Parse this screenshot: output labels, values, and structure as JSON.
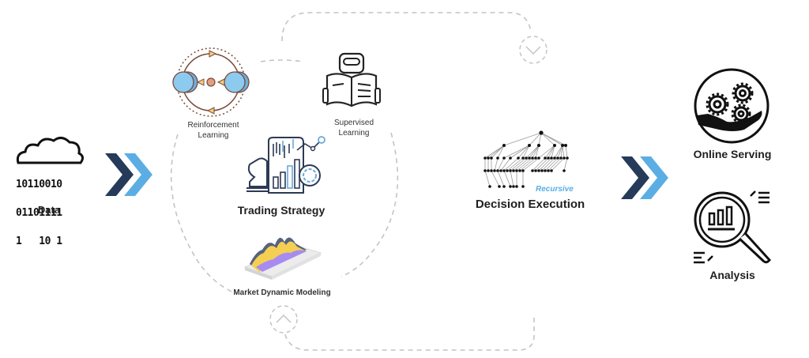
{
  "pipeline": {
    "input": {
      "label": "Data",
      "icon": "data-cloud-binary-icon",
      "binary_rows": [
        "10110010",
        "01101111",
        "1   10 1"
      ]
    },
    "center": {
      "title": "Trading Strategy",
      "title_icon": "trading-strategy-icon",
      "components": [
        {
          "label_line1": "Reinforcement",
          "label_line2": "Learning",
          "icon": "reinforcement-learning-icon"
        },
        {
          "label_line1": "Supervised",
          "label_line2": "Learning",
          "icon": "supervised-learning-robot-icon"
        },
        {
          "label": "Market Dynamic Modeling",
          "icon": "market-chart-icon"
        }
      ]
    },
    "execution": {
      "label": "Decision Execution",
      "tag": "Recursive",
      "icon": "decision-tree-icon"
    },
    "outputs": [
      {
        "label": "Online Serving",
        "icon": "online-serving-gears-icon"
      },
      {
        "label": "Analysis",
        "icon": "analysis-magnifier-icon"
      }
    ],
    "arrows": [
      "chevron-double-right-icon",
      "chevron-double-right-icon"
    ],
    "loop_markers": [
      "chevron-down-icon",
      "chevron-up-icon"
    ]
  },
  "colors": {
    "arrow_dark": "#263a5a",
    "arrow_light": "#5aaee4",
    "dash": "#bdbdbd",
    "rl_blue": "#8ccaf0",
    "rl_brown": "#7a4a3a",
    "rl_yellow": "#f3cf7a",
    "strategy_navy": "#2c3a55",
    "strategy_blue": "#6aa9dc",
    "market_yellow": "#f4cf52",
    "market_purple": "#a68cf0",
    "market_slate": "#56627e",
    "recursive_blue": "#5aaee4"
  }
}
